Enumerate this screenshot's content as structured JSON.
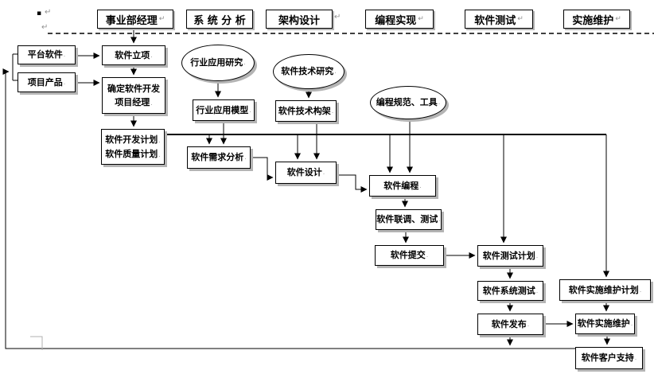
{
  "marks": {
    "pilcrow": "↵",
    "bullet": "▪",
    "dot": "."
  },
  "lanes": [
    {
      "label": "事业部经理"
    },
    {
      "label": "系 统 分 析"
    },
    {
      "label": "架构设计"
    },
    {
      "label": "编程实现"
    },
    {
      "label": "软件测试"
    },
    {
      "label": "实施维护"
    }
  ],
  "nodes": {
    "platform_software": {
      "label": "平台软件"
    },
    "project_product": {
      "label": "项目产品"
    },
    "software_initiation": {
      "label": "软件立项"
    },
    "assign_pm": {
      "line1": "确定软件开发",
      "line2": "项目经理"
    },
    "dev_plan": {
      "line1": "软件开发计划",
      "line2": "软件质量计划"
    },
    "industry_research": {
      "label": "行业应用研究"
    },
    "industry_model": {
      "label": "行业应用模型"
    },
    "tech_research": {
      "label": "软件技术研究"
    },
    "tech_architecture": {
      "label": "软件技术构架"
    },
    "coding_standards": {
      "label": "编程规范、工具"
    },
    "requirements_analysis": {
      "label": "软件需求分析"
    },
    "software_design": {
      "label": "软件设计"
    },
    "software_coding": {
      "label": "软件编程"
    },
    "joint_debug_test": {
      "label": "软件联调、测试"
    },
    "software_submission": {
      "label": "软件提交"
    },
    "test_plan": {
      "label": "软件测试计划"
    },
    "system_test": {
      "label": "软件系统测试"
    },
    "software_release": {
      "label": "软件发布"
    },
    "maintenance_plan": {
      "label": "软件实施维护计划"
    },
    "implementation_maintenance": {
      "label": "软件实施维护"
    },
    "customer_support": {
      "label": "软件客户支持"
    }
  },
  "colors": {
    "line": "#000000",
    "shadow": "#b4b4b4",
    "background": "#ffffff",
    "mark_gray": "#909090"
  }
}
